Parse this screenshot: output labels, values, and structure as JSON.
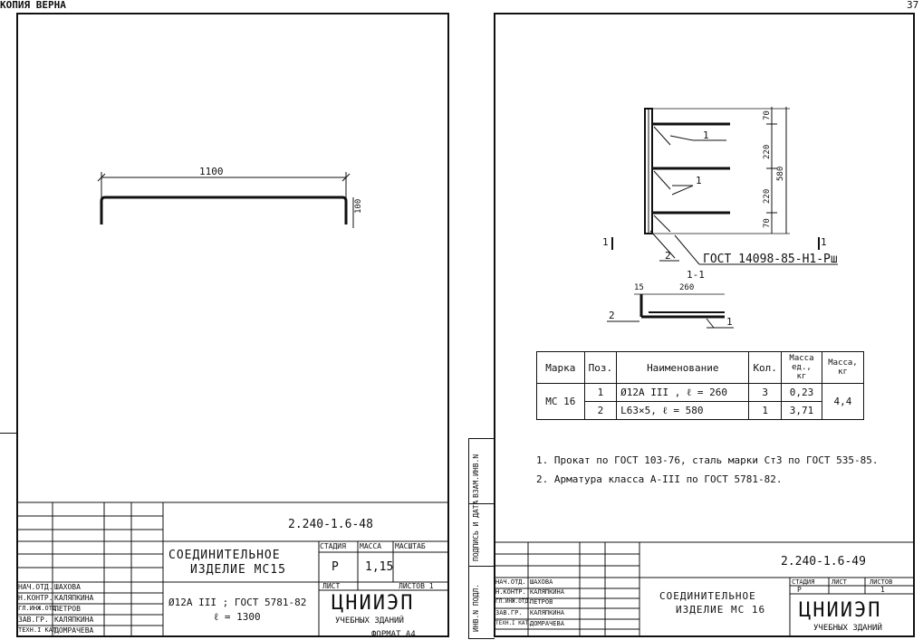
{
  "header": {
    "copy_stamp": "КОПИЯ ВЕРНА",
    "page_corner": "37"
  },
  "left_sheet": {
    "dim_length": "1100",
    "dim_height": "100",
    "stamp": {
      "doc_number": "2.240-1.6-48",
      "title_line1": "СОЕДИНИТЕЛЬНОЕ",
      "title_line2": "ИЗДЕЛИЕ МС15",
      "col_stage": "СТАДИЯ",
      "col_mass": "МАССА",
      "col_scale": "МАСШТАБ",
      "stage": "Р",
      "mass": "1,15",
      "sheet_label": "ЛИСТ",
      "sheets_label": "ЛИСТОВ 1",
      "material_line1": "Ø12А III ; ГОСТ 5781-82",
      "material_line2": "ℓ = 1300",
      "org": "ЦНИИЭП",
      "org_sub": "УЧЕБНЫХ ЗДАНИЙ",
      "format": "ФОРМАТ А4",
      "roles": [
        {
          "role": "НАЧ.ОТД.",
          "name": "ШАХОВА"
        },
        {
          "role": "Н.КОНТР.",
          "name": "КАЛЯПКИНА"
        },
        {
          "role": "ГЛ.ИНЖ.ОТД.",
          "name": "ПЕТРОВ"
        },
        {
          "role": "ЗАВ.ГР.",
          "name": "КАЛЯПКИНА"
        },
        {
          "role": "ТЕХН.I КАТ.",
          "name": "ДОМРАЧЕВА"
        }
      ]
    }
  },
  "right_sheet": {
    "dims": {
      "d70_top": "70",
      "d220_a": "220",
      "d220_b": "220",
      "d70_bottom": "70",
      "d580": "580",
      "section_15": "15",
      "section_260": "260"
    },
    "labels": {
      "pos1": "1",
      "pos2": "2",
      "section_mark": "1",
      "section_title": "1-1",
      "weld": "ГОСТ 14098-85-Н1-Рш"
    },
    "spec_table": {
      "headers": [
        "Марка",
        "Поз.",
        "Наименование",
        "Кол.",
        "Масса ед., кг",
        "Масса, кг"
      ],
      "mark": "МС 16",
      "total": "4,4",
      "rows": [
        {
          "pos": "1",
          "name": "Ø12А III ,  ℓ = 260",
          "qty": "3",
          "mass": "0,23"
        },
        {
          "pos": "2",
          "name": "L63×5,  ℓ = 580",
          "qty": "1",
          "mass": "3,71"
        }
      ]
    },
    "notes": [
      "1. Прокат по ГОСТ 103-76, сталь марки Ст3 по ГОСТ 535-85.",
      "2. Арматура класса А-III по ГОСТ 5781-82."
    ],
    "side_labels": [
      "ВЗАМ.ИНВ.N",
      "ПОДПИСЬ И ДАТА",
      "ИНВ.N ПОДЛ."
    ],
    "stamp": {
      "doc_number": "2.240-1.6-49",
      "title_line1": "СОЕДИНИТЕЛЬНОЕ",
      "title_line2": "ИЗДЕЛИЕ МС 16",
      "col_stage": "СТАДИЯ",
      "col_sheet": "ЛИСТ",
      "col_sheets": "ЛИСТОВ",
      "stage": "Р",
      "sheets": "1",
      "org": "ЦНИИЭП",
      "org_sub": "УЧЕБНЫХ ЗДАНИЙ",
      "roles": [
        {
          "role": "НАЧ.ОТД.",
          "name": "ШАХОВА"
        },
        {
          "role": "Н.КОНТР.",
          "name": "КАЛЯПКИНА"
        },
        {
          "role": "ГЛ.ИНЖ.ОТД.",
          "name": "ПЕТРОВ"
        },
        {
          "role": "ЗАВ.ГР.",
          "name": "КАЛЯПКИНА"
        },
        {
          "role": "ТЕХН.I КАТ.",
          "name": "ДОМРАЧЕВА"
        }
      ]
    }
  }
}
